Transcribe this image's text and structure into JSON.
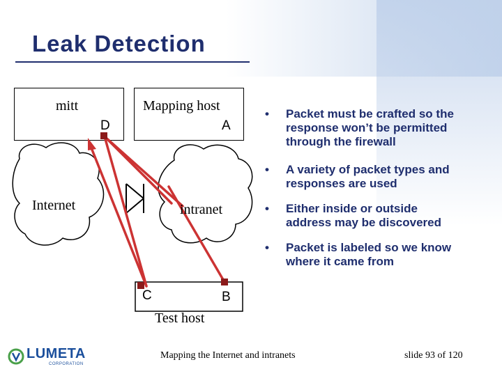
{
  "slide": {
    "title": "Leak Detection"
  },
  "diagram": {
    "boxes": {
      "mitt": "mitt",
      "mapping_host": "Mapping host",
      "test_host": "Test host"
    },
    "networks": {
      "internet": "Internet",
      "intranet": "intranet"
    },
    "points": {
      "a": "A",
      "b": "B",
      "c": "C",
      "d": "D"
    },
    "colors": {
      "packet_path": "#cc3333",
      "line": "#000000"
    }
  },
  "bullets": [
    "Packet must be crafted so the response won’t be permitted through the firewall",
    "A variety of packet types and responses are used",
    "Either inside or outside address may be discovered",
    "Packet is labeled so we know where it came from"
  ],
  "footer": {
    "logo_text": "LUMETA",
    "logo_sub": "CORPORATION",
    "center": "Mapping the Internet and intranets",
    "slide_number": "slide 93 of 120"
  },
  "theme": {
    "title_color": "#1f2e6e",
    "bullet_color": "#1f2e6e"
  }
}
